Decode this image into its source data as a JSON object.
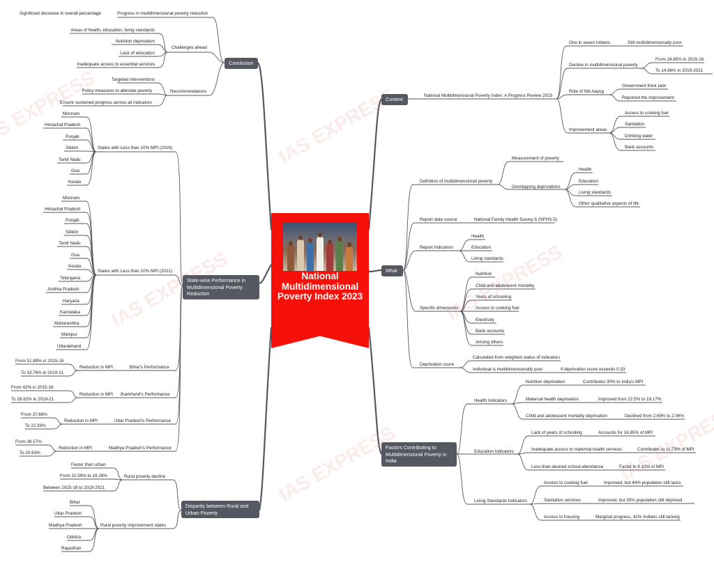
{
  "center": {
    "title": "National Multidimensional Poverty Index 2023"
  },
  "watermark": "IAS EXPRESS",
  "colors": {
    "center": "#f5110a",
    "topic_bg": "#555761",
    "line": "#555761"
  },
  "left": {
    "conclusion": {
      "label": "Conclusion",
      "progress": {
        "label": "Progress in multidimensional poverty reduction",
        "child": "Significant decrease in overall percentage"
      },
      "challenges": {
        "label": "Challenges ahead",
        "items": [
          "Areas of health, education, living standards",
          "Nutrition deprivation",
          "Lack of education",
          "Inadequate access to essential services"
        ]
      },
      "recommendations": {
        "label": "Recommendations",
        "items": [
          "Targeted interventions",
          "Policy measures to alleviate poverty",
          "Ensure sustained progress across all indicators"
        ]
      }
    },
    "statewise": {
      "label": "State-wise Performance in Multidimensional Poverty Reduction",
      "mpi2016": {
        "label": "States with Less than 10% MPI (2016)",
        "items": [
          "Mizoram",
          "Himachal Pradesh",
          "Punjab",
          "Sikkim",
          "Tamil Nadu",
          "Goa",
          "Kerala"
        ]
      },
      "mpi2021": {
        "label": "States with Less than 10% MPI (2021)",
        "items": [
          "Mizoram",
          "Himachal Pradesh",
          "Punjab",
          "Sikkim",
          "Tamil Nadu",
          "Goa",
          "Kerala",
          "Telangana",
          "Andhra Pradesh",
          "Haryana",
          "Karnataka",
          "Maharashtra",
          "Manipur",
          "Uttarakhand"
        ]
      },
      "bihar": {
        "label": "Bihar's Performance",
        "reduction": "Reduction in MPI",
        "from": "From 51.89% in 2015-16",
        "to": "To 33.76% in 2019-21"
      },
      "jharkhand": {
        "label": "Jharkhand's Performance",
        "reduction": "Reduction in MPI",
        "from": "From 42% in 2015-16",
        "to": "To 28.82% in 2019-21"
      },
      "up": {
        "label": "Uttar Pradesh's Performance",
        "reduction": "Reduction in MPI",
        "from": "From 37.68%",
        "to": "To 22.93%"
      },
      "mp": {
        "label": "Madhya Pradesh's Performance",
        "reduction": "Reduction in MPI",
        "from": "From 36.57%",
        "to": "To 20.63%"
      }
    },
    "disparity": {
      "label": "Disparity between Rural and Urban Poverty",
      "decline": {
        "label": "Rural poverty decline",
        "items": [
          "Faster than urban",
          "From 32.59% to 19.28%",
          "Between 2015-16 to 2019-2021"
        ]
      },
      "states": {
        "label": "Rural poverty improvement states",
        "items": [
          "Bihar",
          "Uttar Pradesh",
          "Madhya Pradesh",
          "Odisha",
          "Rajasthan"
        ]
      }
    }
  },
  "right": {
    "context": {
      "label": "Context",
      "review": "National Multidimensional Poverty Index: A Progress Review 2023",
      "one": {
        "label": "One in seven Indians",
        "child": "Still multidimensionally poor"
      },
      "decline": {
        "label": "Decline in multidimensional poverty",
        "items": [
          "From 24.85% in 2015-16",
          "To 14.96% in 2019-2021"
        ]
      },
      "niti": {
        "label": "Role of Niti Aayog",
        "items": [
          "Government think tank",
          "Reported the improvement"
        ]
      },
      "improve": {
        "label": "Improvement areas",
        "items": [
          "Access to cooking fuel",
          "Sanitation",
          "Drinking water",
          "Bank accounts"
        ]
      }
    },
    "what": {
      "label": "What",
      "definition": {
        "label": "Definition of multidimensional poverty",
        "measurement": "Measurement of poverty",
        "overlap": "Overlapping deprivations",
        "items": [
          "Health",
          "Education",
          "Living standards",
          "Other qualitative aspects of life"
        ]
      },
      "source": {
        "label": "Report data source",
        "child": "National Family Health Survey-5 (NFHS-5)"
      },
      "indicators": {
        "label": "Report Indicators",
        "items": [
          "Health",
          "Education",
          "Living standards"
        ]
      },
      "dimensions": {
        "label": "Specific dimensions",
        "items": [
          "Nutrition",
          "Child and adolescent mortality",
          "Years of schooling",
          "Access to cooking fuel",
          "Electricity",
          "Bank accounts",
          "Among others"
        ]
      },
      "score": {
        "label": "Deprivation score",
        "calc": "Calculated from weighted status of indicators",
        "poor": "Individual is multidimensionally poor",
        "threshold": "If deprivation score exceeds 0.33"
      }
    },
    "factors": {
      "label": "Factors Contributing to Multidimensional Poverty in India",
      "health": {
        "label": "Health Indicators",
        "rows": [
          [
            "Nutrition deprivation",
            "Contributes 30% to India's MPI"
          ],
          [
            "Maternal health deprivation",
            "Improved from 22.5% to 19.17%"
          ],
          [
            "Child and adolescent mortality deprivation",
            "Declined from 2.69% to 2.06%"
          ]
        ]
      },
      "education": {
        "label": "Education Indicators",
        "rows": [
          [
            "Lack of years of schooling",
            "Accounts for 16.65% of MPI"
          ],
          [
            "Inadequate access to maternal health services",
            "Contributes to 11.73% of MPI"
          ],
          [
            "Less-than-desired school attendance",
            "Factor in 9.10% of MPI"
          ]
        ]
      },
      "living": {
        "label": "Living Standards Indicators",
        "rows": [
          [
            "Access to cooking fuel",
            "Improved, but 44% population still lacks"
          ],
          [
            "Sanitation services",
            "Improved, but 30% population still deprived"
          ],
          [
            "Access to housing",
            "Marginal progress, 41% Indians still lacking"
          ]
        ]
      }
    }
  }
}
